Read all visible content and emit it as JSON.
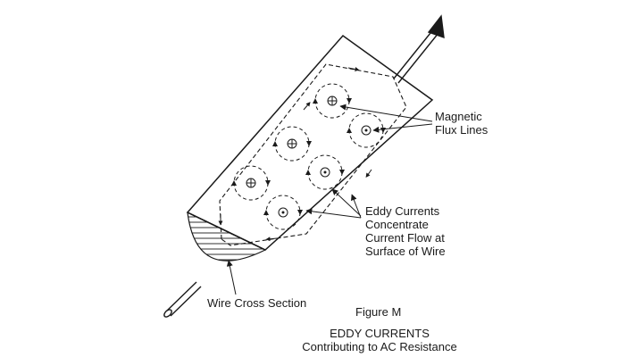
{
  "labels": {
    "magnetic_flux": [
      "Magnetic",
      "Flux Lines"
    ],
    "eddy_currents": [
      "Eddy Currents",
      "Concentrate",
      "Current Flow at",
      "Surface of Wire"
    ],
    "wire_cross_section": "Wire Cross Section",
    "figure_number": "Figure M",
    "title": [
      "EDDY CURRENTS",
      "Contributing to AC Resistance"
    ]
  },
  "flux_markers": [
    {
      "symbol": "cross"
    },
    {
      "symbol": "dot"
    },
    {
      "symbol": "cross"
    },
    {
      "symbol": "dot"
    },
    {
      "symbol": "cross"
    },
    {
      "symbol": "dot"
    }
  ],
  "colors": {
    "ink": "#1a1a1a",
    "background": "#ffffff"
  }
}
